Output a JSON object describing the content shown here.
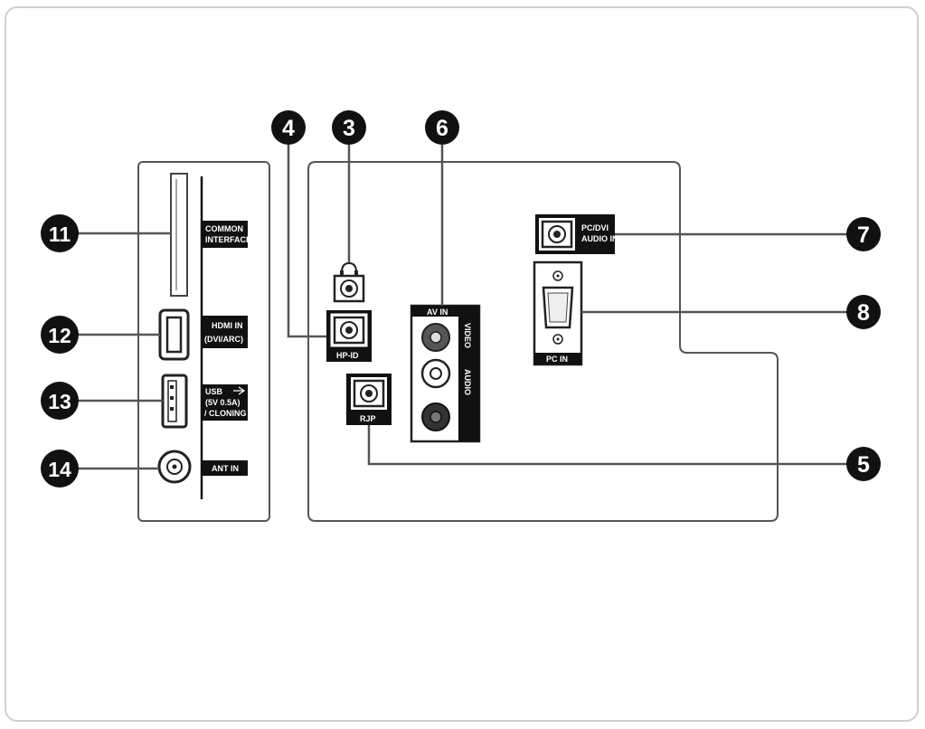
{
  "callouts": {
    "n3": "3",
    "n4": "4",
    "n5": "5",
    "n6": "6",
    "n7": "7",
    "n8": "8",
    "n11": "11",
    "n12": "12",
    "n13": "13",
    "n14": "14"
  },
  "ports": {
    "common_interface_line1": "COMMON",
    "common_interface_line2": "INTERFACE",
    "hdmi_line1": "HDMI IN",
    "hdmi_line2": "(DVI/ARC)",
    "usb_line1": "USB",
    "usb_line2": "(5V 0.5A)",
    "usb_line3": "/ CLONING",
    "ant_in": "ANT IN",
    "hp_id": "HP-ID",
    "rjp": "RJP",
    "av_in": "AV IN",
    "video": "VIDEO",
    "audio": "AUDIO",
    "pc_dvi_line1": "PC/DVI",
    "pc_dvi_line2": "AUDIO IN",
    "pc_in": "PC IN"
  },
  "colors": {
    "line": "#555555",
    "callout": "#111111",
    "label_bg": "#111111"
  }
}
